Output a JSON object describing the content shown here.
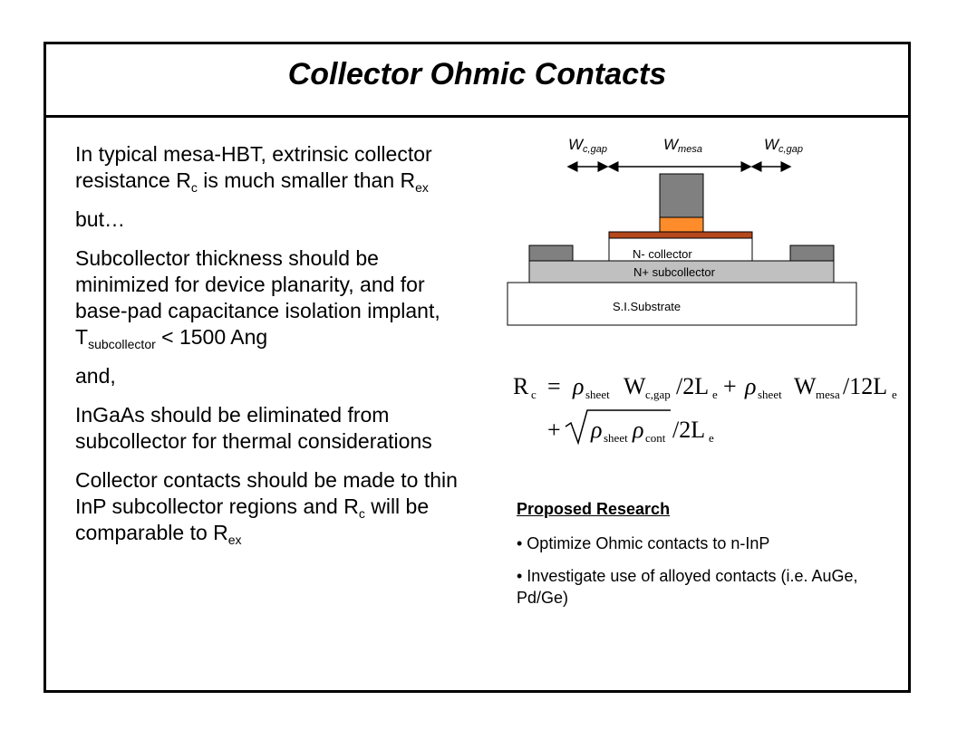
{
  "slide": {
    "title": "Collector Ohmic Contacts"
  },
  "left_text": {
    "p1_a": "In typical mesa-HBT, extrinsic collector resistance  R",
    "p1_sub1": "c",
    "p1_b": " is much smaller than R",
    "p1_sub2": "ex",
    "p2": "but…",
    "p3_a": "Subcollector thickness should be minimized for device planarity, and for base-pad capacitance isolation implant,   T",
    "p3_sub": "subcollector",
    "p3_b": " < 1500 Ang",
    "p4": "and,",
    "p5": "InGaAs should be eliminated from subcollector for thermal considerations",
    "p6_a": "Collector contacts should be made to thin InP subcollector regions and R",
    "p6_sub1": "c",
    "p6_b": " will be comparable to R",
    "p6_sub2": "ex"
  },
  "diagram": {
    "w_left_main": "W",
    "w_left_sub": "c,gap",
    "w_mid_main": "W",
    "w_mid_sub": "mesa",
    "w_right_main": "W",
    "w_right_sub": "c,gap",
    "n_collector": "N- collector",
    "n_subcollector": "N+ subcollector",
    "substrate": "S.I.Substrate",
    "colors": {
      "metal": "#808080",
      "orange": "#ff8c2a",
      "base_layer": "#b5481c",
      "subcollector": "#c0c0c0",
      "white": "#ffffff"
    }
  },
  "equation": {
    "Rc": "R",
    "c_sub": "c",
    "rho": "ρ",
    "sheet": "sheet",
    "cont": "cont",
    "Wcgap": "W",
    "cgap_sub": "c,gap",
    "Wmesa": "W",
    "mesa_sub": "mesa",
    "twoL": "/2L",
    "twelveL": "/12L",
    "e_sub": "e",
    "eq": "=",
    "plus": "+"
  },
  "proposed": {
    "heading": "Proposed Research",
    "items": [
      "• Optimize Ohmic contacts to n-InP",
      "• Investigate use of alloyed contacts (i.e. AuGe, Pd/Ge)"
    ]
  }
}
